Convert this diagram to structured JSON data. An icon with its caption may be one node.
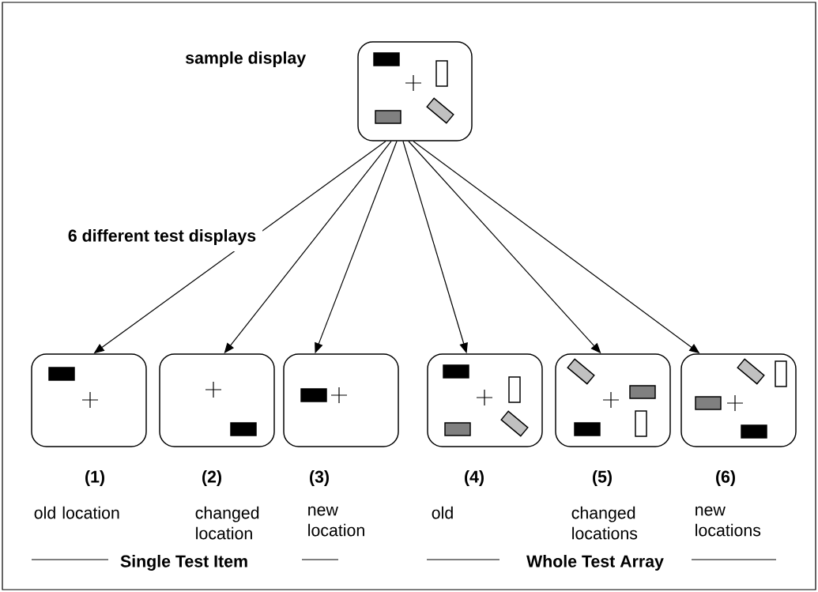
{
  "diagram": {
    "nodes": [
      {
        "text": [],
        "shape": "box",
        "beside": [
          "sample display"
        ]
      },
      {
        "text": [],
        "shape": "box",
        "beside": [
          "(1)",
          "old location"
        ]
      },
      {
        "text": [],
        "shape": "box",
        "beside": [
          "(2)",
          "changed location"
        ]
      },
      {
        "text": [],
        "shape": "box",
        "beside": [
          "(3)",
          "new location"
        ]
      },
      {
        "text": [],
        "shape": "box",
        "beside": [
          "(4)",
          "old"
        ]
      },
      {
        "text": [],
        "shape": "box",
        "beside": [
          "(5)",
          "changed locations"
        ]
      },
      {
        "text": [],
        "shape": "box",
        "beside": [
          "(6)",
          "new locations"
        ]
      }
    ],
    "edges": [
      {
        "from": 0,
        "to": 1,
        "arrow": "to"
      },
      {
        "from": 0,
        "to": 2,
        "arrow": "to"
      },
      {
        "from": 0,
        "to": 3,
        "arrow": "to"
      },
      {
        "from": 0,
        "to": 4,
        "arrow": "to"
      },
      {
        "from": 0,
        "to": 5,
        "arrow": "to"
      },
      {
        "from": 0,
        "to": 6,
        "arrow": "to"
      }
    ],
    "labels": [
      "6 different test displays",
      "Single Test Item",
      "Whole Test Array"
    ]
  }
}
